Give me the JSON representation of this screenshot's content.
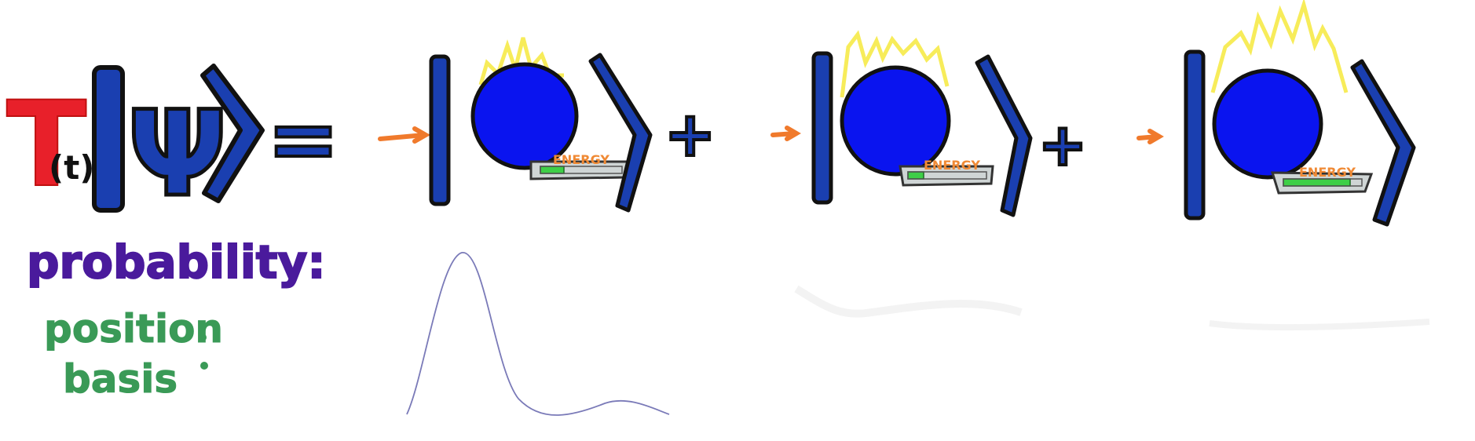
{
  "equation": {
    "operator": "T",
    "argument": "(t)",
    "state_symbol": "Ψ",
    "equals": "=",
    "plus_signs": [
      "+",
      "+"
    ]
  },
  "states": [
    {
      "energy_label": "ENERGY",
      "energy_level": 0.3
    },
    {
      "energy_label": "ENERGY",
      "energy_level": 0.2
    },
    {
      "energy_label": "ENERGY",
      "energy_level": 0.85
    }
  ],
  "labels": {
    "probability": "probability:",
    "position": "position",
    "basis": "basis"
  },
  "colors": {
    "operator": "#e8202a",
    "ket": "#1a3fb0",
    "outline": "#111111",
    "ball": "#0a14ef",
    "flame": "#f7ec5a",
    "arrow": "#f07a2c",
    "energy_text": "#f08a35",
    "energy_fill": "#3ecf47",
    "probability": "#4a1a9c",
    "basis": "#3a9a57",
    "curve": "#7a7ab8"
  }
}
